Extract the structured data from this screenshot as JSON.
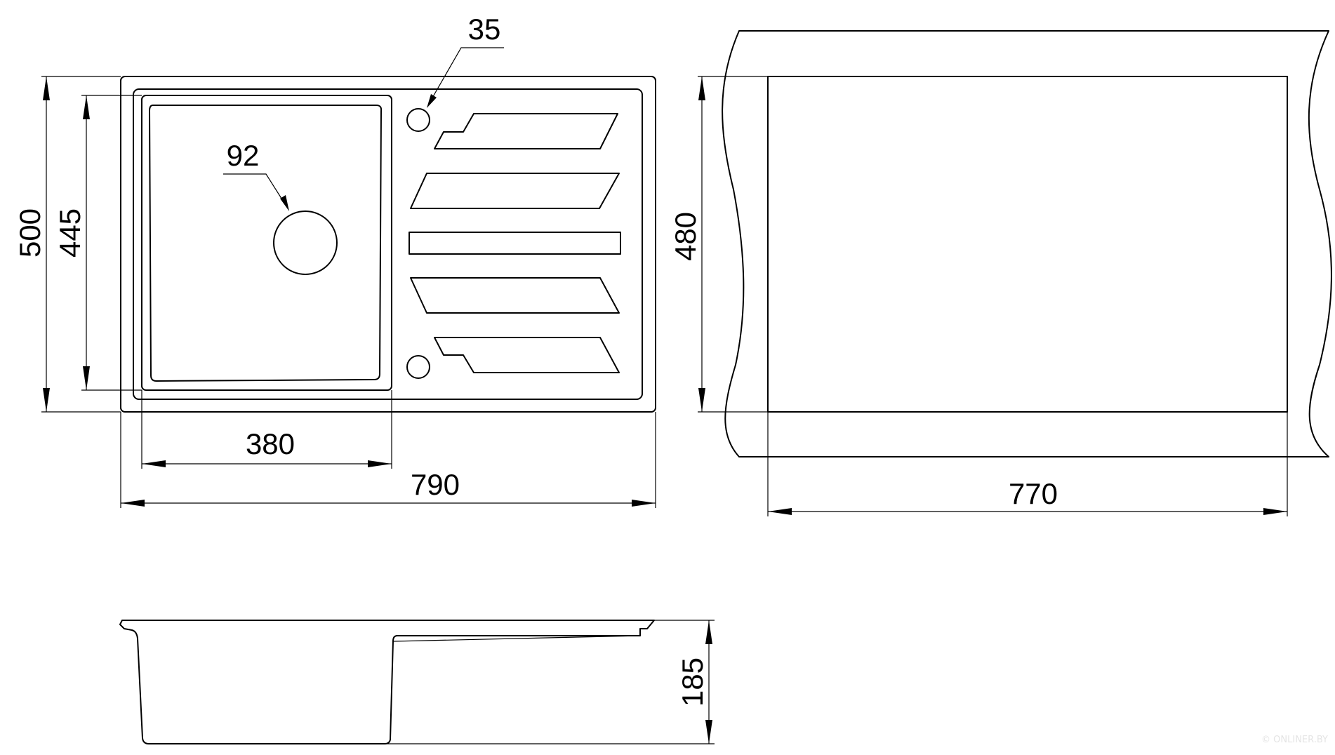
{
  "drawing": {
    "dims": {
      "overall_height": "500",
      "bowl_height": "445",
      "bowl_width": "380",
      "overall_width": "790",
      "drain_diameter": "92",
      "tap_hole_diameter": "35",
      "cutout_height": "480",
      "cutout_width": "770",
      "depth": "185"
    },
    "watermark": "© ONLINER.BY"
  }
}
